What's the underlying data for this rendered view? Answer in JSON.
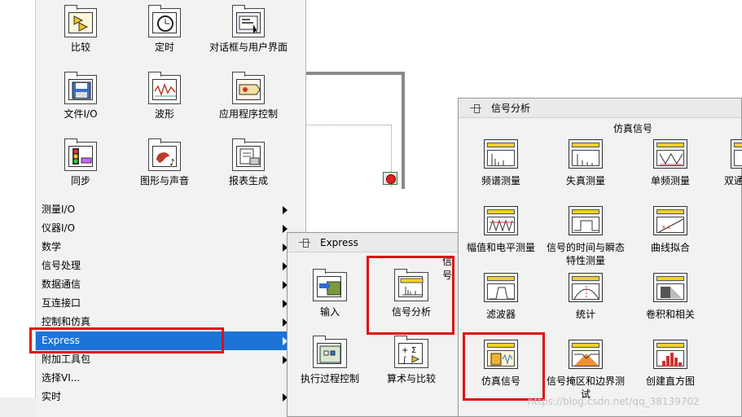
{
  "palette": {
    "grid": [
      {
        "label": "比较",
        "icon": "compare-icon"
      },
      {
        "label": "定时",
        "icon": "timer-icon"
      },
      {
        "label": "对话框与用户界面",
        "icon": "dialog-icon"
      },
      {
        "label": "文件I/O",
        "icon": "file-io-icon"
      },
      {
        "label": "波形",
        "icon": "waveform-icon"
      },
      {
        "label": "应用程序控制",
        "icon": "app-control-icon"
      },
      {
        "label": "同步",
        "icon": "sync-icon"
      },
      {
        "label": "图形与声音",
        "icon": "graphics-sound-icon"
      },
      {
        "label": "报表生成",
        "icon": "report-icon"
      }
    ],
    "menu": [
      {
        "label": "测量I/O",
        "submenu": true
      },
      {
        "label": "仪器I/O",
        "submenu": true
      },
      {
        "label": "数学",
        "submenu": true
      },
      {
        "label": "信号处理",
        "submenu": true
      },
      {
        "label": "数据通信",
        "submenu": true
      },
      {
        "label": "互连接口",
        "submenu": true
      },
      {
        "label": "控制和仿真",
        "submenu": true
      },
      {
        "label": "Express",
        "submenu": true,
        "selected": true
      },
      {
        "label": "附加工具包",
        "submenu": true
      },
      {
        "label": "选择VI...",
        "submenu": false
      },
      {
        "label": "实时",
        "submenu": true
      }
    ]
  },
  "express_panel": {
    "title": "Express",
    "partial_label": "信号",
    "items": [
      {
        "label": "输入",
        "icon": "input-icon"
      },
      {
        "label": "信号分析",
        "icon": "signal-analysis-icon"
      },
      {
        "label": "执行过程控制",
        "icon": "exec-control-icon"
      },
      {
        "label": "算术与比较",
        "icon": "arith-compare-icon"
      }
    ]
  },
  "signal_panel": {
    "title": "信号分析",
    "subtitle": "仿真信号",
    "partial_label": "双通",
    "items": [
      {
        "label": "频谱测量",
        "icon": "spectrum-icon"
      },
      {
        "label": "失真测量",
        "icon": "distortion-icon"
      },
      {
        "label": "单频测量",
        "icon": "tone-icon"
      },
      {
        "label": "幅值和电平测量",
        "icon": "amplitude-icon"
      },
      {
        "label": "信号的时间与瞬态特性测量",
        "icon": "timing-icon"
      },
      {
        "label": "曲线拟合",
        "icon": "curve-fit-icon"
      },
      {
        "label": "滤波器",
        "icon": "filter-icon"
      },
      {
        "label": "统计",
        "icon": "statistics-icon"
      },
      {
        "label": "卷积和相关",
        "icon": "convolution-icon"
      },
      {
        "label": "仿真信号",
        "icon": "simulate-signal-icon"
      },
      {
        "label": "信号掩区和边界测试",
        "icon": "mask-limit-icon"
      },
      {
        "label": "创建直方图",
        "icon": "histogram-icon"
      }
    ]
  },
  "watermark": "https://blog.csdn.net/qq_38139702",
  "colors": {
    "highlight": "#e01010",
    "selection": "#1e73d8"
  }
}
